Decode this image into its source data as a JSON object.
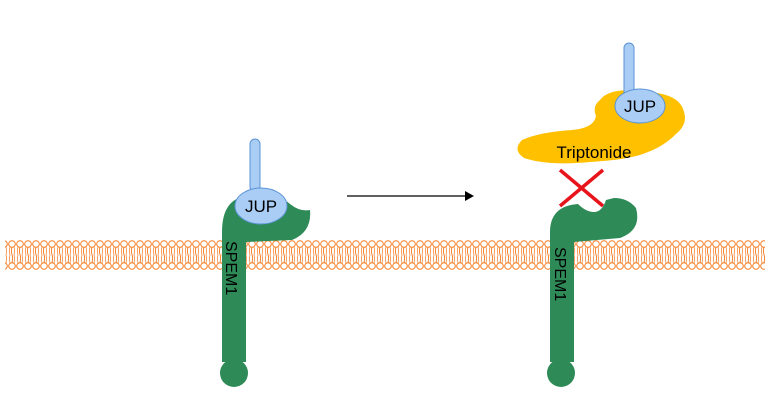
{
  "labels": {
    "left_jup": "JUP",
    "right_jup": "JUP",
    "triptonide": "Triptonide",
    "left_spem1": "SPEM1",
    "right_spem1": "SPEM1"
  },
  "colors": {
    "membrane": "#F47A1F",
    "spem1": "#2E8B57",
    "jup_fill": "#A9CDF5",
    "jup_stroke": "#5B93D6",
    "triptonide": "#FFC000",
    "cross": "#E8141C",
    "arrow": "#000000"
  },
  "icons": {
    "cross": "red-x-blocked-icon",
    "arrow": "right-arrow-icon"
  }
}
